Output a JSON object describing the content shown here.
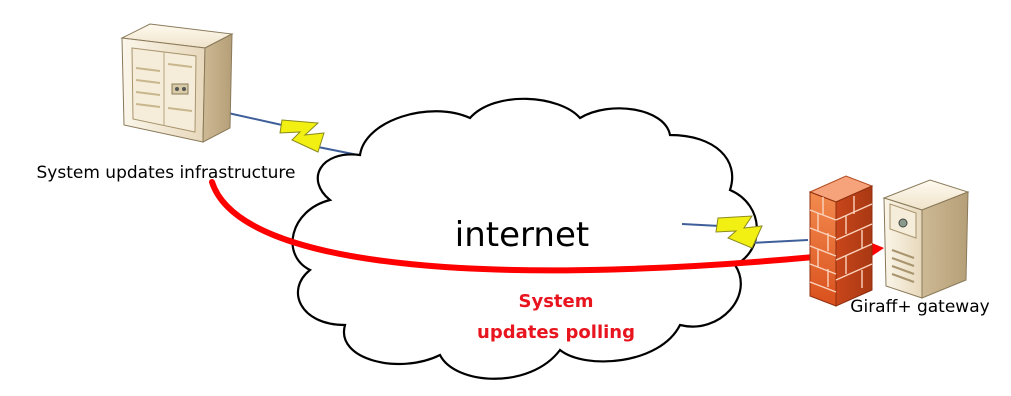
{
  "labels": {
    "infrastructure": "System updates infrastructure",
    "cloud": "internet",
    "polling_line1": "System",
    "polling_line2": "updates polling",
    "gateway": "Giraff+ gateway"
  },
  "icons": {
    "server_left": "server-tower-icon",
    "server_right": "server-tower-icon",
    "firewall": "firewall-brick-icon",
    "lightning": "lightning-bolt-icon"
  },
  "colors": {
    "arrow": "#ff0000",
    "polling_text": "#e8141e",
    "server_body": "#e9dcc3",
    "firewall": "#e8642a",
    "lightning": "#f0f000"
  }
}
